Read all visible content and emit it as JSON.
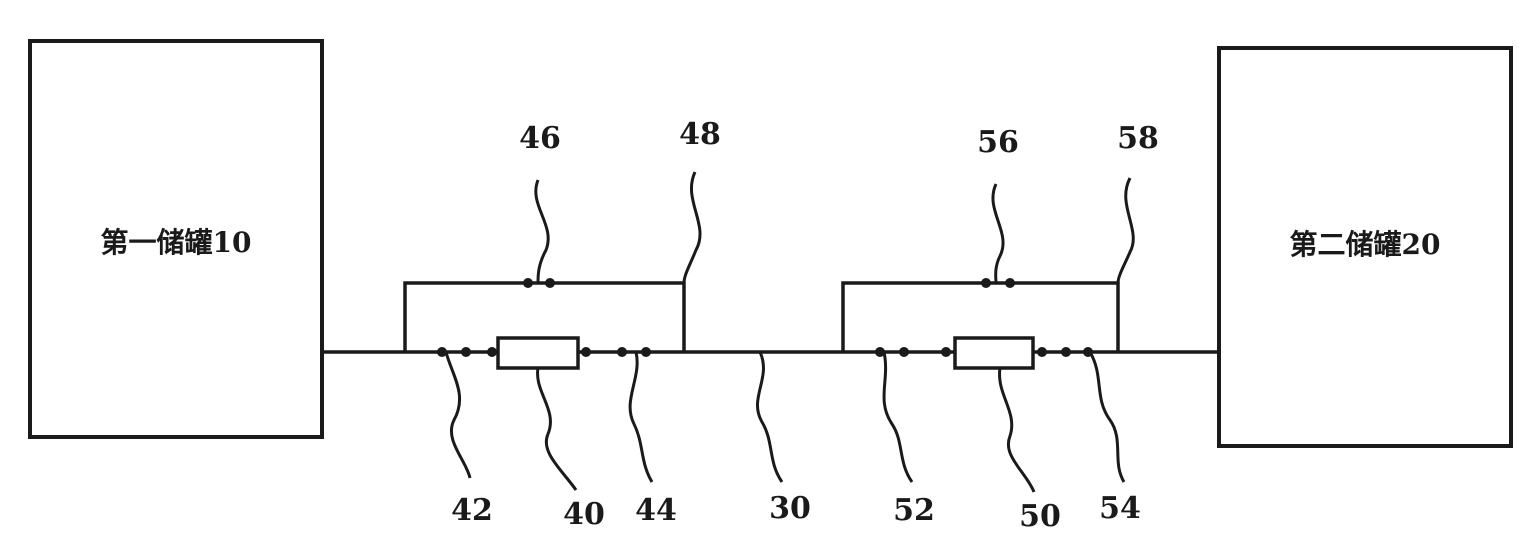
{
  "tanks": {
    "first": {
      "label": "第一储罐10"
    },
    "second": {
      "label": "第二储罐20"
    }
  },
  "labels": {
    "pipe": "30",
    "device_left": "40",
    "valve_42": "42",
    "valve_44": "44",
    "valve_46": "46",
    "bypass_48": "48",
    "device_right": "50",
    "valve_52": "52",
    "valve_54": "54",
    "valve_56": "56",
    "bypass_58": "58"
  }
}
